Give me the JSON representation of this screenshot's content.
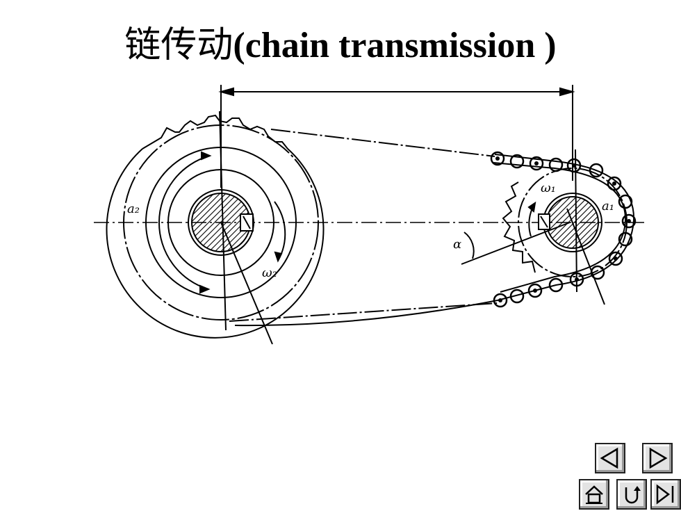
{
  "title": {
    "chinese": "链传动",
    "english": "(chain  transmission )"
  },
  "diagram": {
    "labels": {
      "a2": "a₂",
      "a1": "a₁",
      "omega1": "ω₁",
      "omega2": "ω₂",
      "alpha": "α"
    }
  },
  "nav": {
    "icons": [
      "previous-icon",
      "next-icon",
      "home-icon",
      "return-icon",
      "last-icon"
    ]
  }
}
